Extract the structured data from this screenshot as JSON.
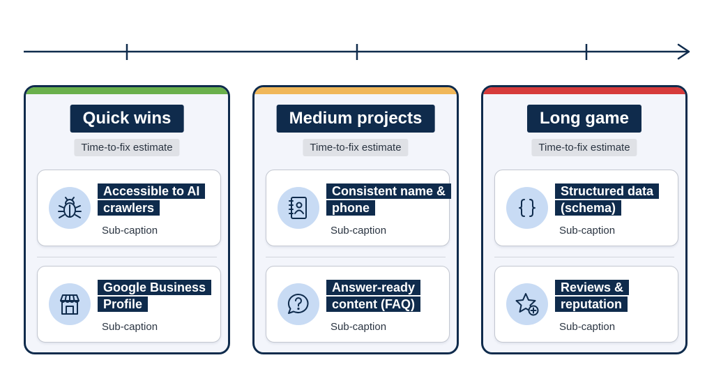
{
  "colors": {
    "navy": "#0f2b4c",
    "icon_bg": "#c8dbf4",
    "band_green": "#6ab04c",
    "band_orange": "#f0b75a",
    "band_red": "#d63b3b"
  },
  "columns": [
    {
      "title": "Quick wins",
      "band_color": "#6ab04c",
      "estimate": "Time-to-fix estimate",
      "cards": [
        {
          "title": "Accessible to AI crawlers",
          "subcaption": "Sub-caption",
          "icon": "bug-icon"
        },
        {
          "title": "Google Business Profile",
          "subcaption": "Sub-caption",
          "icon": "storefront-icon"
        }
      ]
    },
    {
      "title": "Medium projects",
      "band_color": "#f0b75a",
      "estimate": "Time-to-fix estimate",
      "cards": [
        {
          "title": "Consistent name & phone",
          "subcaption": "Sub-caption",
          "icon": "contact-book-icon"
        },
        {
          "title": "Answer-ready content (FAQ)",
          "subcaption": "Sub-caption",
          "icon": "question-bubble-icon"
        }
      ]
    },
    {
      "title": "Long game",
      "band_color": "#d63b3b",
      "estimate": "Time-to-fix estimate",
      "cards": [
        {
          "title": "Structured data (schema)",
          "subcaption": "Sub-caption",
          "icon": "curly-braces-icon"
        },
        {
          "title": "Reviews & reputation",
          "subcaption": "Sub-caption",
          "icon": "star-plus-icon"
        }
      ]
    }
  ]
}
